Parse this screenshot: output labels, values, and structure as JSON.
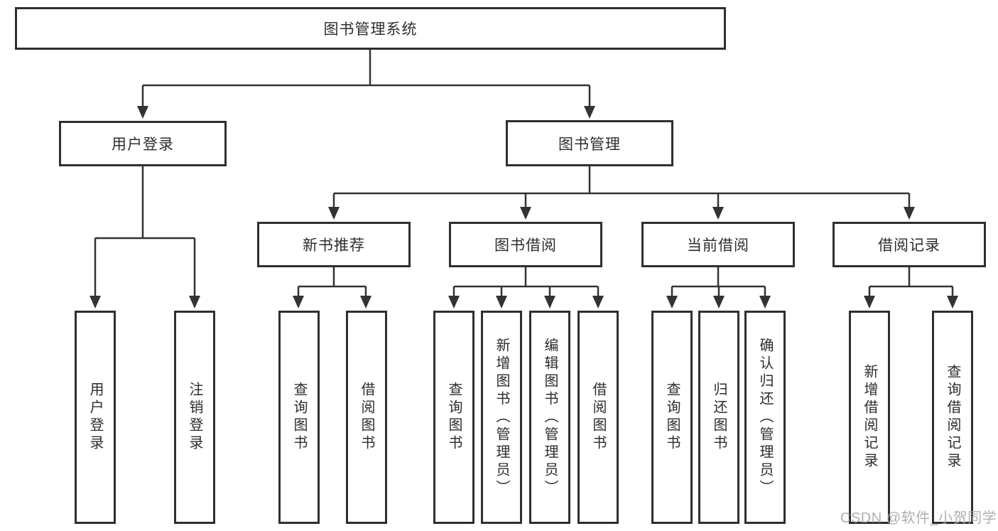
{
  "diagram": {
    "type": "hierarchy-tree",
    "root": {
      "label": "图书管理系统"
    },
    "level1": [
      {
        "label": "用户登录"
      },
      {
        "label": "图书管理"
      }
    ],
    "level2": [
      {
        "label": "新书推荐",
        "parent": "图书管理"
      },
      {
        "label": "图书借阅",
        "parent": "图书管理"
      },
      {
        "label": "当前借阅",
        "parent": "图书管理"
      },
      {
        "label": "借阅记录",
        "parent": "图书管理"
      }
    ],
    "leaves": [
      {
        "label": "用户登录",
        "parent": "用户登录"
      },
      {
        "label": "注销登录",
        "parent": "用户登录"
      },
      {
        "label": "查询图书",
        "parent": "新书推荐"
      },
      {
        "label": "借阅图书",
        "parent": "新书推荐"
      },
      {
        "label": "查询图书",
        "parent": "图书借阅"
      },
      {
        "label": "新增图书（管理员）",
        "parent": "图书借阅"
      },
      {
        "label": "编辑图书（管理员）",
        "parent": "图书借阅"
      },
      {
        "label": "借阅图书",
        "parent": "图书借阅"
      },
      {
        "label": "查询图书",
        "parent": "当前借阅"
      },
      {
        "label": "归还图书",
        "parent": "当前借阅"
      },
      {
        "label": "确认归还（管理员）",
        "parent": "当前借阅"
      },
      {
        "label": "新增借阅记录",
        "parent": "借阅记录"
      },
      {
        "label": "查询借阅记录",
        "parent": "借阅记录"
      }
    ]
  },
  "watermark": {
    "text": "CSDN @软件_小贺同学"
  },
  "colors": {
    "line": "#333333",
    "box_border": "#2f2f2f",
    "text": "#2d2d2d",
    "watermark": "#a8a8ad",
    "background": "#ffffff"
  }
}
